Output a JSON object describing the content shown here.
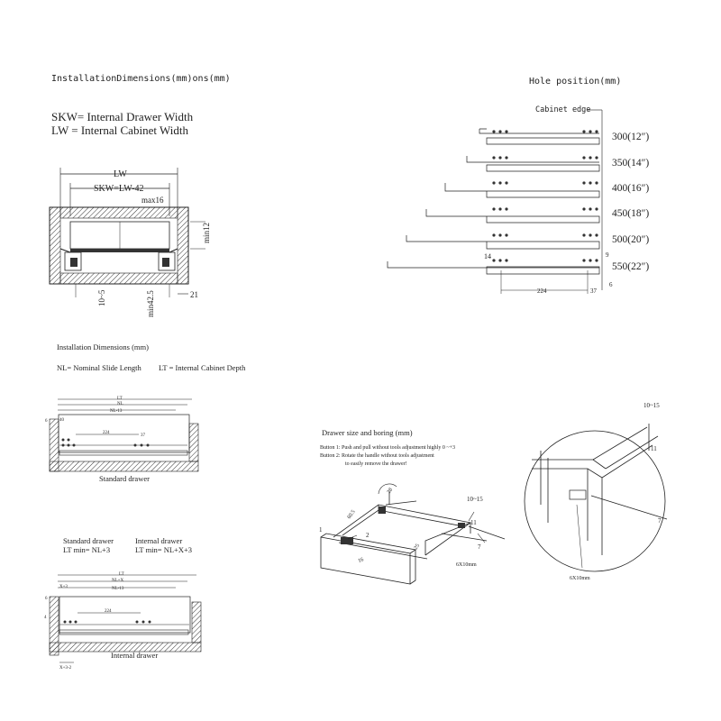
{
  "section1": {
    "title": "InstallationDimensions(mm)ons(mm)",
    "skw_def": "SKW= Internal Drawer Width",
    "lw_def": "LW   = Internal Cabinet Width",
    "dims": {
      "lw": "LW",
      "skw": "SKW=LW-42",
      "max16": "max16",
      "min12": "min12",
      "d10": "10~5",
      "min42": "min42.5",
      "d21": "21"
    }
  },
  "hole_position": {
    "title": "Hole position(mm)",
    "cabinet_edge": "Cabinet edge",
    "sizes": [
      "300(12″)",
      "350(14″)",
      "400(16″)",
      "450(18″)",
      "500(20″)",
      "550(22″)"
    ],
    "d14": "14",
    "d224": "224",
    "d37": "37",
    "d9": "9",
    "d6": "6"
  },
  "section2": {
    "title": "Installation Dimensions (mm)",
    "nl_def": "NL= Nominal Slide Length",
    "lt_def": "LT = Internal Cabinet Depth",
    "standard_caption": "Standard drawer",
    "labels": {
      "lt": "LT",
      "nl": "NL",
      "nl13": "NL-13",
      "d224": "224",
      "d37": "37",
      "d6": "6",
      "d40": "40"
    }
  },
  "section3": {
    "standard_label": "Standard drawer",
    "standard_min": "LT min= NL+3",
    "internal_label": "Internal drawer",
    "internal_min": "LT min= NL+X+3",
    "internal_caption": "Internal drawer",
    "labels": {
      "lt": "LT",
      "nlx": "NL+X",
      "nl13": "NL-13",
      "d224": "224",
      "x": "X+3",
      "d6": "6",
      "d4": "4",
      "x32": "X+3-2"
    }
  },
  "section4": {
    "title": "Drawer size and boring (mm)",
    "button1": "Button 1: Push and pull without tools adjustment highly 0 ~+3",
    "button2": "Button 2: Rotate the handle without tools adjustment",
    "button2b": "to easily remove the drawer!",
    "labels": {
      "d1": "1",
      "d2": "2",
      "d16": "16",
      "d60": "60.5",
      "d28": "28",
      "d25": "25",
      "d10_15": "10~15",
      "d11": "11",
      "d7": "7",
      "bore": "6X10mm"
    }
  },
  "detail": {
    "labels": {
      "d10_15": "10~15",
      "d11": "11",
      "d7": "7",
      "bore": "6X10mm"
    }
  }
}
